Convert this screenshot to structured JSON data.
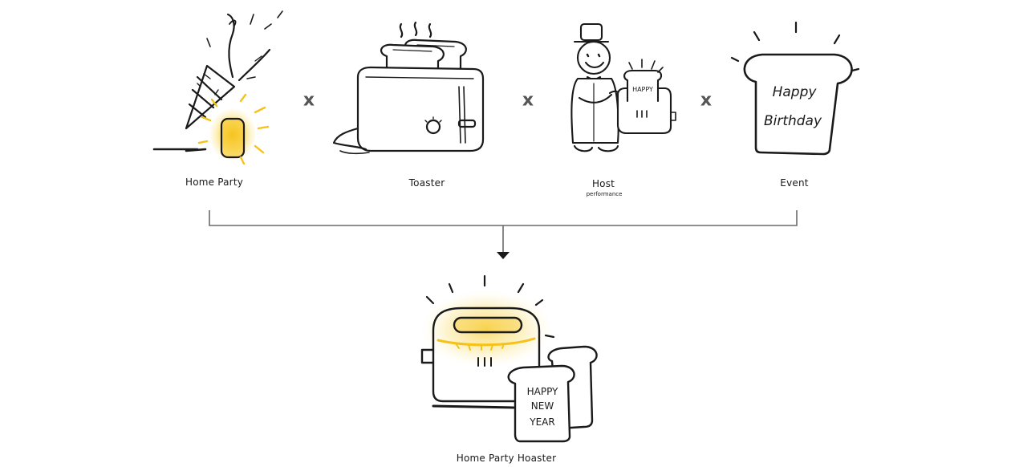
{
  "colors": {
    "ink": "#1a1a1a",
    "glow": "#f6c21a",
    "glow_soft": "#fbe48a",
    "connector": "#555555"
  },
  "operator_symbol": "x",
  "inputs": [
    {
      "id": "home-party",
      "label": "Home Party",
      "sublabel": "",
      "icon": "party-popper-icon"
    },
    {
      "id": "toaster",
      "label": "Toaster",
      "sublabel": "",
      "icon": "toaster-icon"
    },
    {
      "id": "host",
      "label": "Host",
      "sublabel": "performance",
      "icon": "host-icon"
    },
    {
      "id": "event",
      "label": "Event",
      "sublabel": "",
      "icon": "birthday-bread-icon"
    }
  ],
  "host_bread_text": "HAPPY",
  "event_bread_text": [
    "Happy",
    "Birthday"
  ],
  "result": {
    "label": "Home Party Hoaster",
    "icon": "hoaster-icon",
    "bread_text": [
      "HAPPY",
      "NEW",
      "YEAR"
    ]
  }
}
